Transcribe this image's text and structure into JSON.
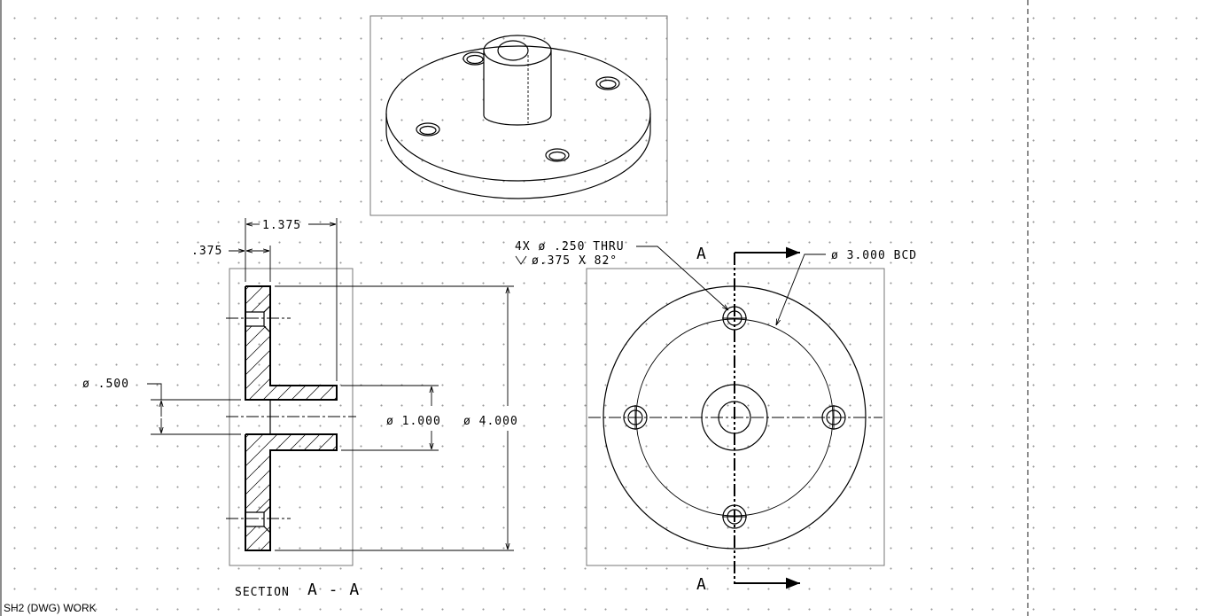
{
  "status_bar": {
    "label": "SH2 (DWG) WORK"
  },
  "section_view": {
    "title": "SECTION",
    "title_letters": "A - A",
    "dims": {
      "width_hub": "1.375",
      "width_flange": ".375",
      "bore": "ø .500",
      "hub_dia": "ø 1.000",
      "outer_dia": "ø 4.000"
    }
  },
  "front_view": {
    "cut_label_top": "A",
    "cut_label_bottom": "A",
    "hole_note_line1": "4X  ø .250 THRU",
    "hole_note_line2": "ø.375 X 82°",
    "bcd_note": "ø 3.000 BCD"
  }
}
